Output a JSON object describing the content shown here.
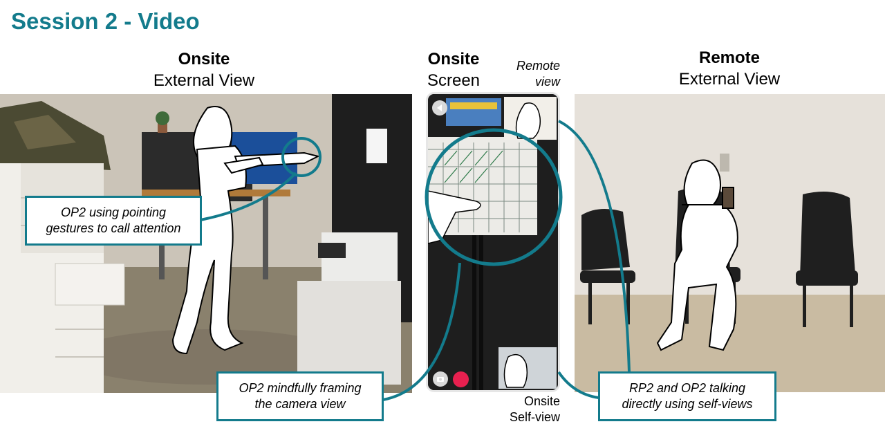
{
  "title": "Session 2 - Video",
  "columns": {
    "left": {
      "bold": "Onsite",
      "regular": "External View"
    },
    "middle": {
      "bold": "Onsite",
      "regular": "Screen"
    },
    "right": {
      "bold": "Remote",
      "regular": "External View"
    }
  },
  "phone_labels": {
    "remote_view_line1": "Remote",
    "remote_view_line2": "view",
    "self_view_line1": "Onsite",
    "self_view_line2": "Self-view"
  },
  "callouts": {
    "pointing_line1": "OP2 using pointing",
    "pointing_line2": "gestures to call attention",
    "framing_line1": "OP2 mindfully framing",
    "framing_line2": "the camera view",
    "selfview_line1": "RP2 and OP2 talking",
    "selfview_line2": "directly using self-views"
  },
  "colors": {
    "accent": "#137b8c",
    "record_button": "#e8204f"
  },
  "icons": [
    "back-arrow-icon",
    "record-icon",
    "camera-switch-icon"
  ]
}
